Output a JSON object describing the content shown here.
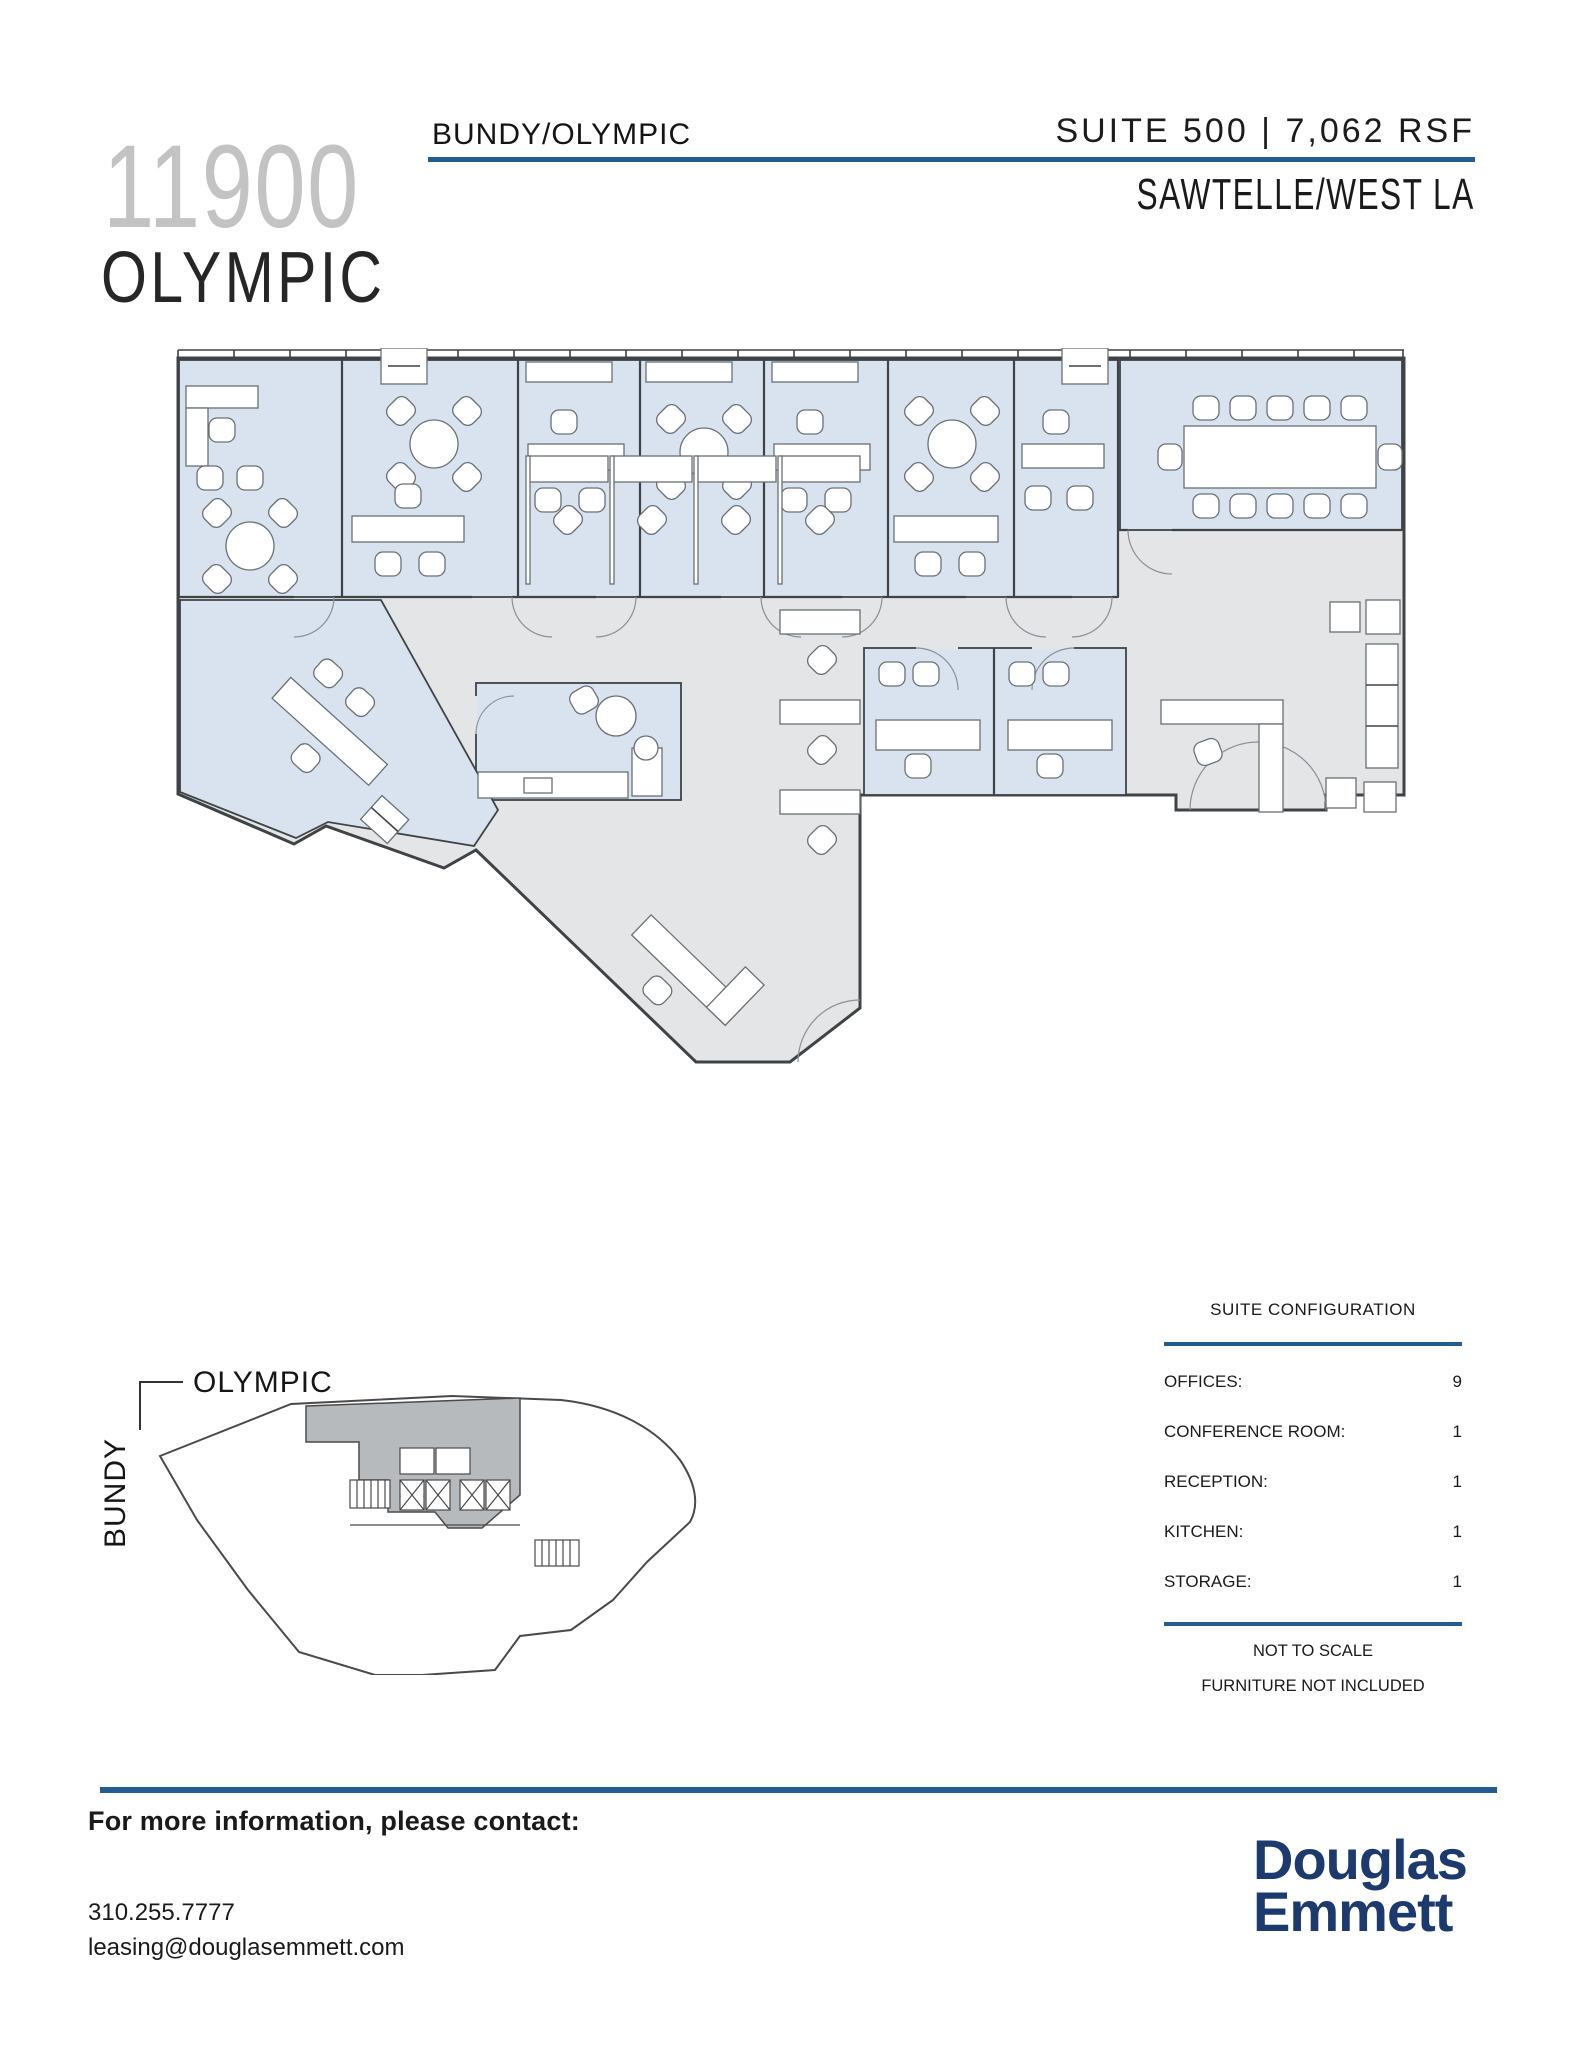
{
  "header": {
    "building_number": "11900",
    "building_name": "OLYMPIC",
    "cross_streets": "BUNDY/OLYMPIC",
    "suite_line": "SUITE 500  |  7,062 RSF",
    "submarket": "SAWTELLE/WEST LA"
  },
  "key_plan": {
    "street_top": "OLYMPIC",
    "street_left": "BUNDY"
  },
  "config": {
    "title": "SUITE CONFIGURATION",
    "rows": [
      {
        "label": "OFFICES:",
        "value": "9"
      },
      {
        "label": "CONFERENCE ROOM:",
        "value": "1"
      },
      {
        "label": "RECEPTION:",
        "value": "1"
      },
      {
        "label": "KITCHEN:",
        "value": "1"
      },
      {
        "label": "STORAGE:",
        "value": "1"
      }
    ],
    "notes": [
      "NOT TO SCALE",
      "FURNITURE NOT INCLUDED"
    ]
  },
  "footer": {
    "contact_heading": "For more information, please contact:",
    "phone": "310.255.7777",
    "email": "leasing@douglasemmett.com",
    "logo_line1": "Douglas",
    "logo_line2": "Emmett"
  },
  "colors": {
    "accent_blue": "#215e8f",
    "logo_navy": "#1c3a6d",
    "office_fill": "#d9e3f0",
    "circulation_fill": "#e4e5e7",
    "wall": "#3f4346",
    "key_suite_fill": "#b7babd"
  }
}
